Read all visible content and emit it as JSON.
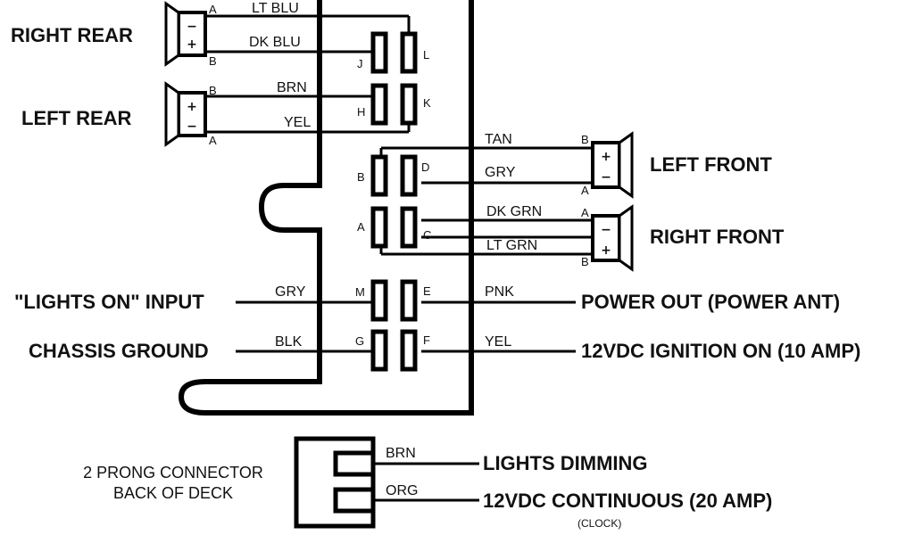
{
  "speakers": {
    "right_rear": {
      "label": "RIGHT REAR",
      "top_pin": "A",
      "bottom_pin": "B",
      "top_symbol": "−",
      "bottom_symbol": "+"
    },
    "left_rear": {
      "label": "LEFT REAR",
      "top_pin": "B",
      "bottom_pin": "A",
      "top_symbol": "+",
      "bottom_symbol": "−"
    },
    "left_front": {
      "label": "LEFT FRONT",
      "top_pin": "B",
      "bottom_pin": "A",
      "top_symbol": "+",
      "bottom_symbol": "−"
    },
    "right_front": {
      "label": "RIGHT FRONT",
      "top_pin": "A",
      "bottom_pin": "B",
      "top_symbol": "−",
      "bottom_symbol": "+"
    }
  },
  "wires": {
    "lt_blu": "LT BLU",
    "dk_blu": "DK BLU",
    "brn": "BRN",
    "yel_rear": "YEL",
    "tan": "TAN",
    "gry_front": "GRY",
    "dk_grn": "DK GRN",
    "lt_grn": "LT GRN",
    "gry_lights": "GRY",
    "blk": "BLK",
    "pnk": "PNK",
    "yel_ign": "YEL",
    "brn_dim": "BRN",
    "org": "ORG"
  },
  "pins": {
    "j": "J",
    "l": "L",
    "h": "H",
    "k": "K",
    "b": "B",
    "d": "D",
    "a": "A",
    "c": "C",
    "m": "M",
    "e": "E",
    "g": "G",
    "f": "F"
  },
  "functions": {
    "lights_on": "\"LIGHTS ON\" INPUT",
    "chassis_ground": "CHASSIS GROUND",
    "power_out": "POWER OUT (POWER ANT)",
    "ignition": "12VDC IGNITION ON (10 AMP)",
    "lights_dimming": "LIGHTS DIMMING",
    "continuous": "12VDC CONTINUOUS (20 AMP)",
    "clock": "(CLOCK)"
  },
  "connector2": {
    "line1": "2 PRONG CONNECTOR",
    "line2": "BACK OF DECK"
  }
}
